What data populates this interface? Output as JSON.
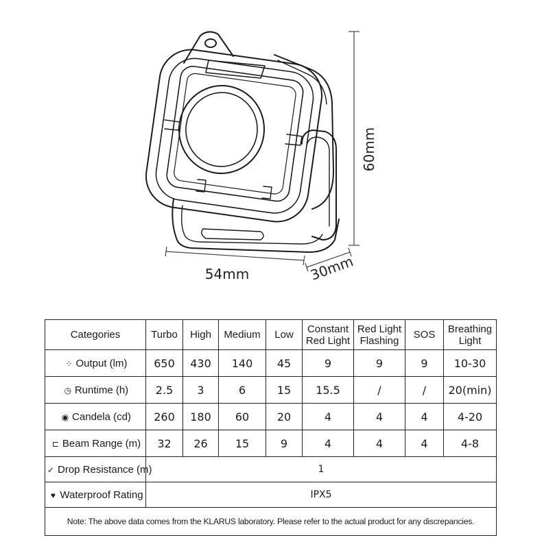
{
  "dimensions": {
    "height": "60mm",
    "width": "54mm",
    "depth": "30mm"
  },
  "table": {
    "headers": [
      {
        "line1": "Categories",
        "line2": ""
      },
      {
        "line1": "Turbo",
        "line2": ""
      },
      {
        "line1": "High",
        "line2": ""
      },
      {
        "line1": "Medium",
        "line2": ""
      },
      {
        "line1": "Low",
        "line2": ""
      },
      {
        "line1": "Constant",
        "line2": "Red Light"
      },
      {
        "line1": "Red Light",
        "line2": "Flashing"
      },
      {
        "line1": "SOS",
        "line2": ""
      },
      {
        "line1": "Breathing",
        "line2": "Light"
      }
    ],
    "rows": [
      {
        "icon": "output-icon",
        "label": "Output (lm)",
        "values": [
          "650",
          "430",
          "140",
          "45",
          "9",
          "9",
          "9",
          "10-30"
        ]
      },
      {
        "icon": "clock-icon",
        "label": "Runtime (h)",
        "values": [
          "2.5",
          "3",
          "6",
          "15",
          "15.5",
          "/",
          "/",
          "20(min)"
        ]
      },
      {
        "icon": "candela-icon",
        "label": "Candela (cd)",
        "values": [
          "260",
          "180",
          "60",
          "20",
          "4",
          "4",
          "4",
          "4-20"
        ]
      },
      {
        "icon": "beam-icon",
        "label": "Beam Range (m)",
        "values": [
          "32",
          "26",
          "15",
          "9",
          "4",
          "4",
          "4",
          "4-8"
        ]
      }
    ],
    "drop": {
      "icon": "drop-resistance-icon",
      "label": "Drop Resistance (m)",
      "value": "1"
    },
    "waterproof": {
      "icon": "waterproof-icon",
      "label": "Waterproof Rating",
      "value": "IPX5"
    },
    "note": "Note: The above data comes from the KLARUS laboratory. Please refer to the actual product for any discrepancies."
  }
}
